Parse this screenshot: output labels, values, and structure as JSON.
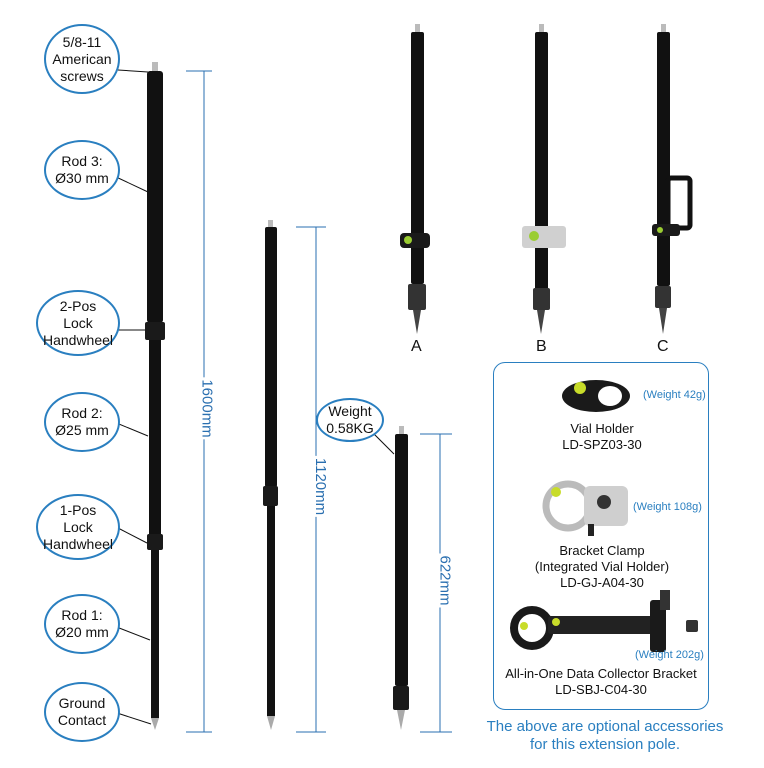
{
  "callouts": {
    "screws": "5/8-11\nAmerican\nscrews",
    "rod3": "Rod 3:\nØ30 mm",
    "lock2": "2-Pos\nLock\nHandwheel",
    "rod2": "Rod 2:\nØ25 mm",
    "lock1": "1-Pos\nLock\nHandwheel",
    "rod1": "Rod 1:\nØ20 mm",
    "ground": "Ground\nContact",
    "weight": "Weight\n0.58KG"
  },
  "dimensions": {
    "full": "1600mm",
    "mid": "1120mm",
    "short": "622mm"
  },
  "variants": [
    "A",
    "B",
    "C"
  ],
  "accessories": [
    {
      "name": "Vial Holder\nLD-SPZ03-30",
      "weight": "(Weight 42g)"
    },
    {
      "name": "Bracket Clamp\n(Integrated Vial Holder)\nLD-GJ-A04-30",
      "weight": "(Weight 108g)"
    },
    {
      "name": "All-in-One Data Collector Bracket\nLD-SBJ-C04-30",
      "weight": "(Weight 202g)"
    }
  ],
  "footer": "The above are optional accessories\nfor this extension pole.",
  "colors": {
    "accent": "#2a7fc0",
    "pole": "#111111"
  }
}
